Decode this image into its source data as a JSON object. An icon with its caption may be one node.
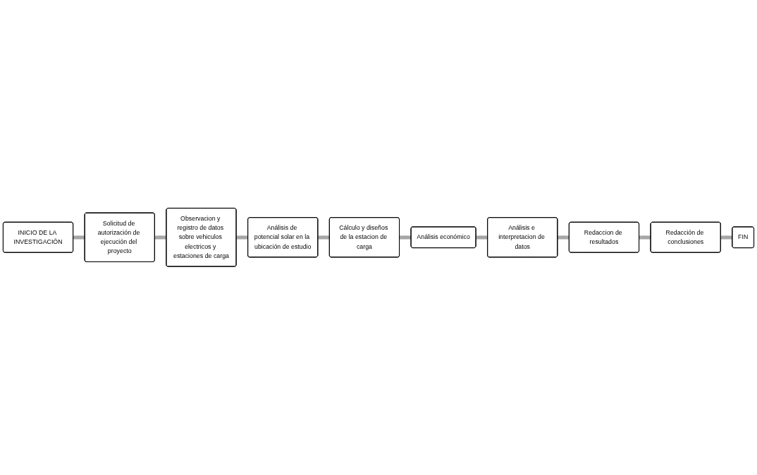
{
  "diagram": {
    "nodes": [
      {
        "text": [
          "INICIO DE LA INVESTIGACIÓN"
        ]
      },
      {
        "text": [
          "Solicitud de autorización de ejecución del proyecto"
        ]
      },
      {
        "text": [
          "Observacion y registro de datos sobre vehiculos electricos y estaciones de carga"
        ]
      },
      {
        "text": [
          "Análisis de potencial solar en la ubicación de estudio"
        ]
      },
      {
        "text": [
          "Cálculo y diseños de la estacion de carga"
        ]
      },
      {
        "text": [
          "Análisis económico"
        ]
      },
      {
        "text": [
          "Análisis e interpretacion de datos"
        ]
      },
      {
        "text": [
          "Redaccion de resultados"
        ]
      },
      {
        "text": [
          "Redacción de conclusiones"
        ]
      },
      {
        "text": [
          "FIN"
        ]
      }
    ],
    "edges": [
      {
        "from": 0,
        "to": 1,
        "arrow": "none"
      },
      {
        "from": 1,
        "to": 2,
        "arrow": "none"
      },
      {
        "from": 2,
        "to": 3,
        "arrow": "none"
      },
      {
        "from": 3,
        "to": 4,
        "arrow": "none"
      },
      {
        "from": 4,
        "to": 5,
        "arrow": "none"
      },
      {
        "from": 5,
        "to": 6,
        "arrow": "none"
      },
      {
        "from": 6,
        "to": 7,
        "arrow": "none"
      },
      {
        "from": 7,
        "to": 8,
        "arrow": "none"
      },
      {
        "from": 8,
        "to": 9,
        "arrow": "none"
      }
    ]
  }
}
